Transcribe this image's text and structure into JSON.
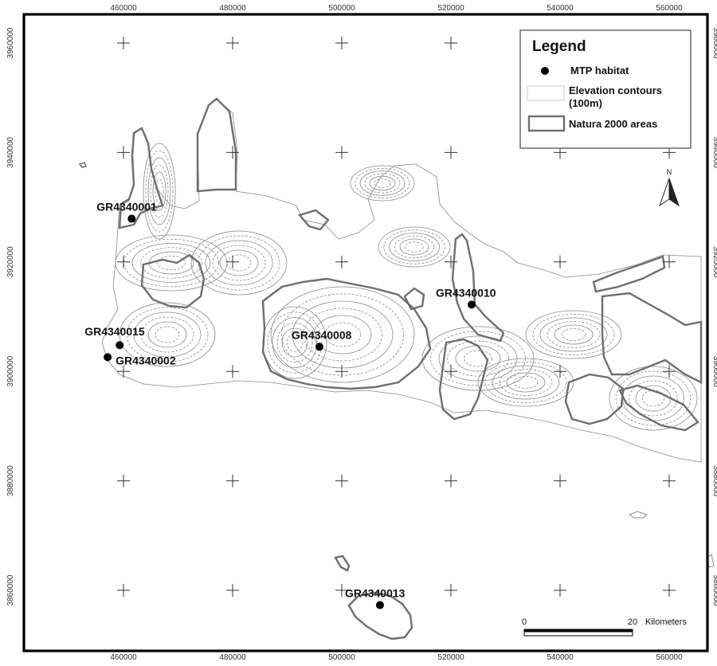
{
  "map": {
    "x_ticks": [
      "460000",
      "480000",
      "500000",
      "520000",
      "540000",
      "560000"
    ],
    "y_ticks": [
      "3960000",
      "3940000",
      "3920000",
      "3900000",
      "3880000",
      "3860000"
    ],
    "legend": {
      "title": "Legend",
      "items": [
        {
          "label": "MTP habitat",
          "symbol": "filled-circle"
        },
        {
          "label": "Elevation contours (100m)",
          "symbol": "thin-line"
        },
        {
          "label": "Natura 2000 areas",
          "symbol": "thick-outline"
        }
      ]
    },
    "sites": [
      {
        "id": "GR4340001",
        "easting": 461500,
        "northing": 3927900
      },
      {
        "id": "GR4340015",
        "easting": 459300,
        "northing": 3904800
      },
      {
        "id": "GR4340002",
        "easting": 457100,
        "northing": 3902600
      },
      {
        "id": "GR4340008",
        "easting": 495900,
        "northing": 3904500
      },
      {
        "id": "GR4340010",
        "easting": 523800,
        "northing": 3912200
      },
      {
        "id": "GR4340013",
        "easting": 507000,
        "northing": 3857300
      }
    ],
    "north_arrow": {
      "label": "N"
    },
    "scale_bar": {
      "start": "0",
      "end": "20",
      "units": "Kilometers"
    },
    "colors": {
      "site": "#000000",
      "contour": "#8a8a8a",
      "natura": "#6e6e6e",
      "frame": "#000000"
    }
  }
}
